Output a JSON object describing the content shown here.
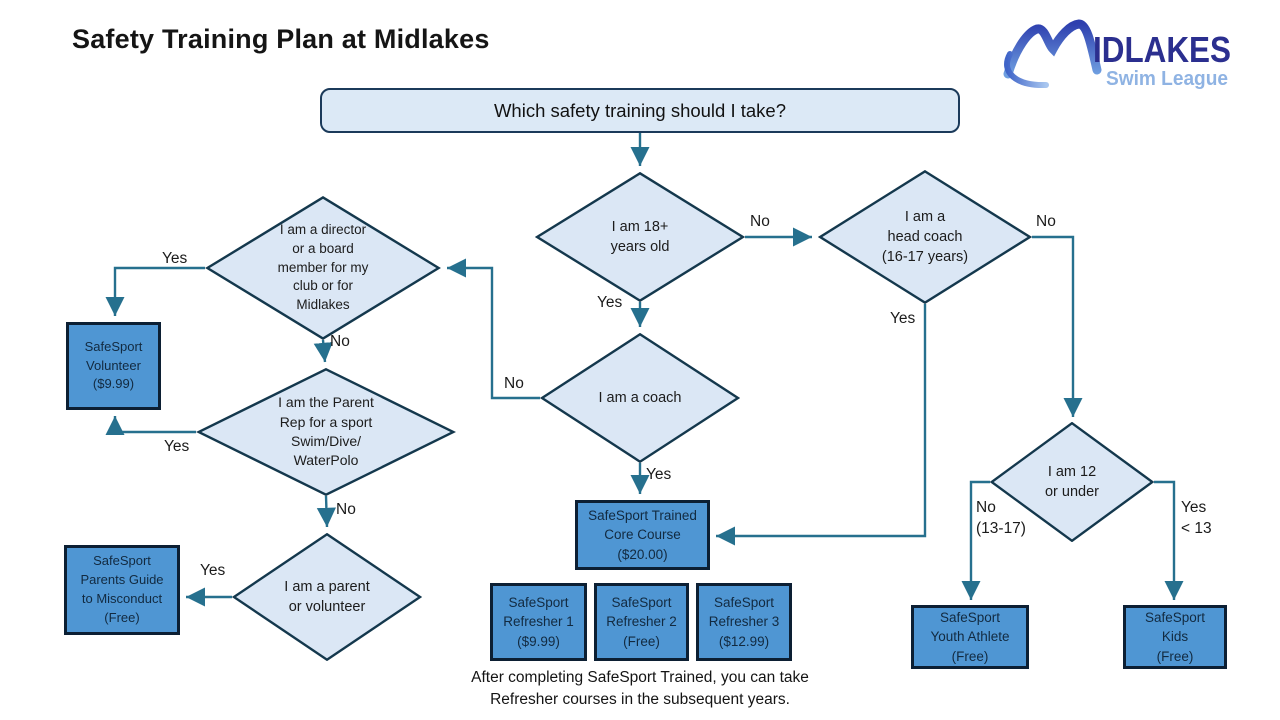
{
  "page": {
    "title": "Safety Training Plan at Midlakes"
  },
  "logo": {
    "wordmark": "IDLAKES",
    "subtitle": "Swim League"
  },
  "root": {
    "question": "Which safety training should I take?"
  },
  "decisions": {
    "age18": "I am 18+\nyears old",
    "head_coach": "I am a\nhead coach\n(16-17 years)",
    "coach": "I am a coach",
    "director": "I am a director\nor a board\nmember for my\nclub or for\nMidlakes",
    "parent_rep": "I am the Parent\nRep for a sport\nSwim/Dive/\nWaterPolo",
    "parent_volunteer": "I am a parent\nor volunteer",
    "under_12": "I am 12\nor under"
  },
  "outcomes": {
    "volunteer": "SafeSport\nVolunteer\n($9.99)",
    "parents_guide": "SafeSport\nParents Guide\nto Misconduct\n(Free)",
    "core": "SafeSport Trained\nCore Course\n($20.00)",
    "refresher1": "SafeSport\nRefresher 1\n($9.99)",
    "refresher2": "SafeSport\nRefresher 2\n(Free)",
    "refresher3": "SafeSport\nRefresher 3\n($12.99)",
    "youth_athlete": "SafeSport\nYouth Athlete\n(Free)",
    "kids": "SafeSport\nKids\n(Free)"
  },
  "edge_labels": {
    "age18_no": "No",
    "age18_yes": "Yes",
    "head_coach_no": "No",
    "head_coach_yes": "Yes",
    "coach_no": "No",
    "coach_yes": "Yes",
    "director_yes": "Yes",
    "director_no": "No",
    "parent_rep_yes": "Yes",
    "parent_rep_no": "No",
    "parent_volunteer_yes": "Yes",
    "under_12_no": "No\n(13-17)",
    "under_12_yes": "Yes\n< 13"
  },
  "footer": "After completing SafeSport Trained, you can take\nRefresher courses in the subsequent years.",
  "colors": {
    "diamond_fill": "#dbe7f5",
    "diamond_border": "#14384d",
    "box_fill": "#4f96d3",
    "box_border": "#0c1f33",
    "root_fill": "#dce9f6",
    "root_border": "#1b3a5a",
    "connector": "#26708e",
    "brand_dark": "#2b2f8f",
    "brand_light": "#8fb3e3"
  }
}
